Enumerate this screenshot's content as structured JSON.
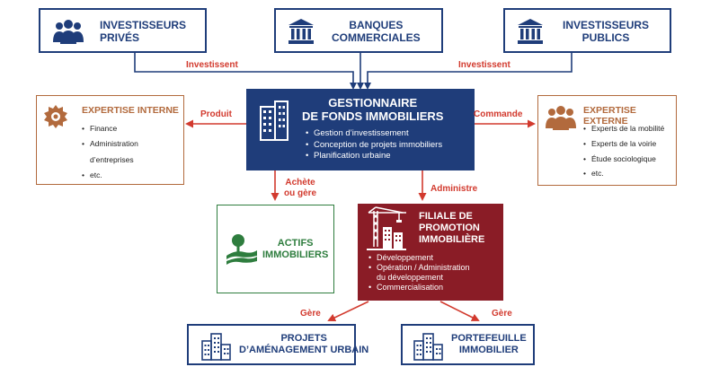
{
  "top": {
    "private_investors": "INVESTISSEURS\nPRIVÉS",
    "commercial_banks": "BANQUES\nCOMMERCIALES",
    "public_investors": "INVESTISSEURS\nPUBLICS"
  },
  "center": {
    "title": "GESTIONNAIRE\nDE FONDS IMMOBILIERS",
    "items": [
      "Gestion d’investissement",
      "Conception de projets immobiliers",
      "Planification urbaine"
    ]
  },
  "internal": {
    "title": "EXPERTISE INTERNE",
    "items": [
      "Finance",
      "Administration d’entreprises",
      "etc."
    ]
  },
  "external": {
    "title": "EXPERTISE EXTERNE",
    "items": [
      "Experts de la mobilité",
      "Experts de la voirie",
      "Étude sociologique",
      "etc."
    ]
  },
  "assets": {
    "title": "ACTIFS\nIMMOBILIERS"
  },
  "subsidiary": {
    "title": "FILIALE DE\nPROMOTION\nIMMOBILIÈRE",
    "items": [
      "Développement",
      "Opération / Administration\ndu développement",
      "Commercialisation"
    ]
  },
  "projects": {
    "title": "PROJETS\nD’AMÉNAGEMENT URBAIN"
  },
  "portfolio": {
    "title": "PORTEFEUILLE\nIMMOBILIER"
  },
  "labels": {
    "invest_left": "Investissent",
    "invest_right": "Investissent",
    "produit": "Produit",
    "commande": "Commande",
    "achete": "Achète\nou gère",
    "administre": "Administre",
    "gere_left": "Gère",
    "gere_right": "Gère"
  },
  "colors": {
    "navy": "#1f3d7a",
    "dark_red": "#8a1c26",
    "brown": "#b26a3d",
    "green": "#2e7d3e",
    "arrow_red": "#d23a2e"
  },
  "icons": {
    "private_investors": "people-icon",
    "commercial_banks": "bank-icon",
    "public_investors": "bank-icon",
    "internal": "gear-icon",
    "external": "people-icon",
    "center": "office-building-icon",
    "assets": "landscape-tree-icon",
    "subsidiary": "crane-building-icon",
    "projects": "city-buildings-icon",
    "portfolio": "city-buildings-icon"
  }
}
